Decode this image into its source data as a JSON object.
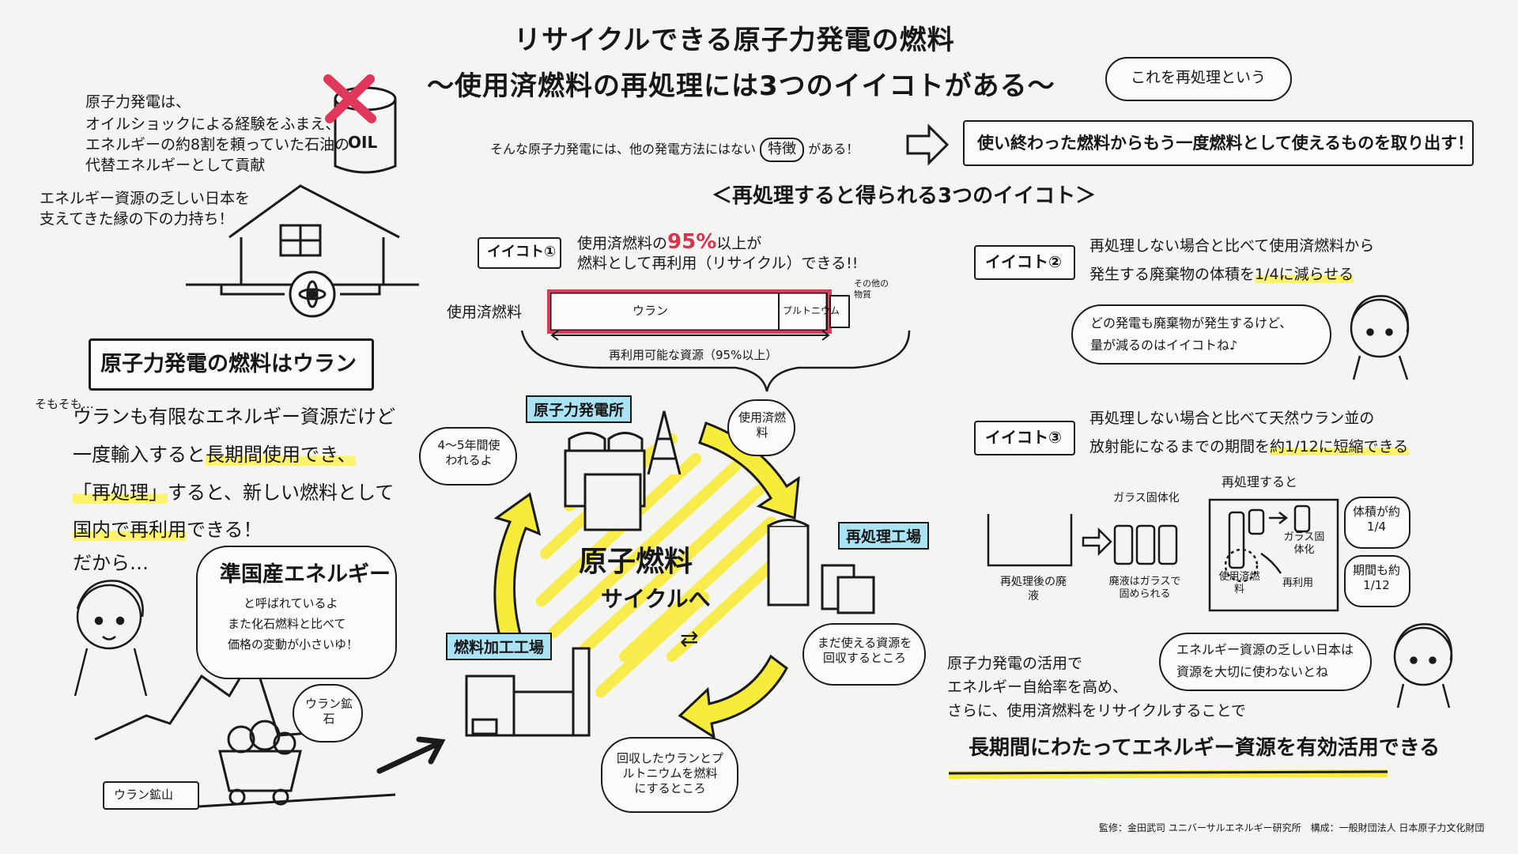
{
  "title": {
    "line1": "リサイクルできる原子力発電の燃料",
    "line2": "〜使用済燃料の再処理には3つのイイコトがある〜"
  },
  "left_top": {
    "p1": "原子力発電は、",
    "p2": "オイルショックによる経験をふまえ、",
    "p3": "エネルギーの約8割を頼っていた石油の",
    "p4": "代替エネルギーとして貢献",
    "p5": "エネルギー資源の乏しい日本を",
    "p6": "支えてきた縁の下の力持ち！",
    "oil_label": "OIL"
  },
  "fuel_heading": "原子力発電の燃料はウラン",
  "uranium_text": {
    "note": "そもそも…",
    "l1": "ウランも有限なエネルギー資源だけど",
    "l2a": "一度輸入すると",
    "l2b": "長期間使用でき、",
    "l3a": "「再処理」",
    "l3b": "すると、新しい燃料として",
    "l4a": "国内で再利用",
    "l4b": "できる！",
    "l5": "だから…"
  },
  "quasi_bubble": {
    "head": "準国産エネルギー",
    "l1": "と呼ばれているよ",
    "l2": "また化石燃料と比べて",
    "l3": "価格の変動が小さいゆ！"
  },
  "mine": {
    "ore": "ウラン鉱石",
    "mine_label": "ウラン鉱山"
  },
  "feature_line": {
    "a": "そんな原子力発電には、他の発電方法にはない",
    "b": "特徴",
    "c": "がある！"
  },
  "reprocess_bubble": "これを再処理という",
  "extract_box": "使い終わった燃料からもう一度燃料として使えるものを取り出す！",
  "three_heading": "＜再処理すると得られる3つのイイコト＞",
  "merit1": {
    "tag": "イイコト①",
    "l1a": "使用済燃料の",
    "l1b": "95%",
    "l1c": "以上が",
    "l2": "燃料として再利用（リサイクル）できる!!",
    "bar_label": "使用済燃料",
    "uranium": "ウラン",
    "plutonium": "プルトニウム",
    "other": "その他の物質",
    "reusable": "再利用可能な資源（95%以上）"
  },
  "cycle": {
    "plant": "原子力発電所",
    "used_fuel": "使用済燃料",
    "years": "4〜5年間使われるよ",
    "center1": "原子燃料",
    "center2": "サイクルへ",
    "reproc_plant": "再処理工場",
    "recover": "まだ使える資源を回収するところ",
    "fab": "燃料加工工場",
    "fab_desc": "回収したウランとプルトニウムを燃料にするところ"
  },
  "merit2": {
    "tag": "イイコト②",
    "l1": "再処理しない場合と比べて使用済燃料から",
    "l2a": "発生する廃棄物の体積を",
    "l2b": "1/4に減らせる",
    "bubble1": "どの発電も廃棄物が発生するけど、",
    "bubble2": "量が減るのはイイコトね♪"
  },
  "merit3": {
    "tag": "イイコト③",
    "l1": "再処理しない場合と比べて天然ウラン並の",
    "l2a": "放射能になるまでの期間を",
    "l2b": "約1/12に短縮できる",
    "waste": "再処理後の廃液",
    "glass": "ガラス固体化",
    "glass_desc": "廃液はガラスで固められる",
    "when": "再処理すると",
    "used": "使用済燃料",
    "glass2": "ガラス固体化",
    "reuse": "再利用",
    "vol": "体積が約1/4",
    "period": "期間も約1/12"
  },
  "bottom": {
    "l1": "原子力発電の活用で",
    "l2": "エネルギー自給率を高め、",
    "l3": "さらに、使用済燃料をリサイクルすることで",
    "bubble1": "エネルギー資源の乏しい日本は",
    "bubble2": "資源を大切に使わないとね",
    "conclusion": "長期間にわたってエネルギー資源を有効活用できる"
  },
  "credit": "監修：金田武司 ユニバーサルエネルギー研究所　構成：一般財団法人 日本原子力文化財団",
  "colors": {
    "yellow": "#fff36b",
    "cyan": "#a9e3f4",
    "pink": "#e0375a",
    "stripe": "#f8ec3a"
  }
}
